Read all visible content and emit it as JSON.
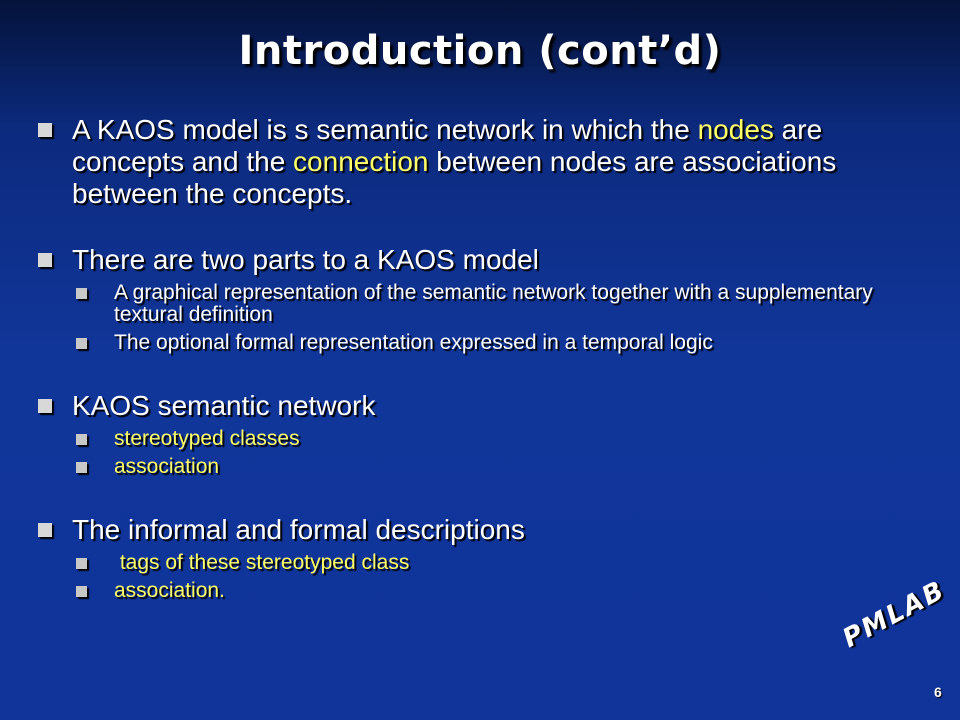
{
  "slide": {
    "title": "Introduction (cont’d)",
    "bullets": [
      {
        "parts": [
          {
            "text": "A KAOS model is s semantic network in which the ",
            "highlight": false
          },
          {
            "text": "nodes",
            "highlight": true
          },
          {
            "text": " are concepts and the ",
            "highlight": false
          },
          {
            "text": "connection",
            "highlight": true
          },
          {
            "text": " between nodes are associations between the concepts.",
            "highlight": false
          }
        ],
        "sub": []
      },
      {
        "text": "There are two parts to a KAOS model",
        "sub": [
          "A graphical representation of the semantic network together with a supplementary textural definition",
          "The optional formal representation expressed in a temporal logic"
        ]
      },
      {
        "text": "KAOS semantic network",
        "sub": [
          "stereotyped classes",
          "association"
        ]
      },
      {
        "text": "The informal and formal descriptions",
        "sub": [
          " tags of these stereotyped class",
          "association."
        ]
      }
    ],
    "logo_text": "PMLAB",
    "page_number": "6"
  },
  "colors": {
    "highlight": "#ffff66",
    "background": "#11369a",
    "text": "#ffffff"
  }
}
